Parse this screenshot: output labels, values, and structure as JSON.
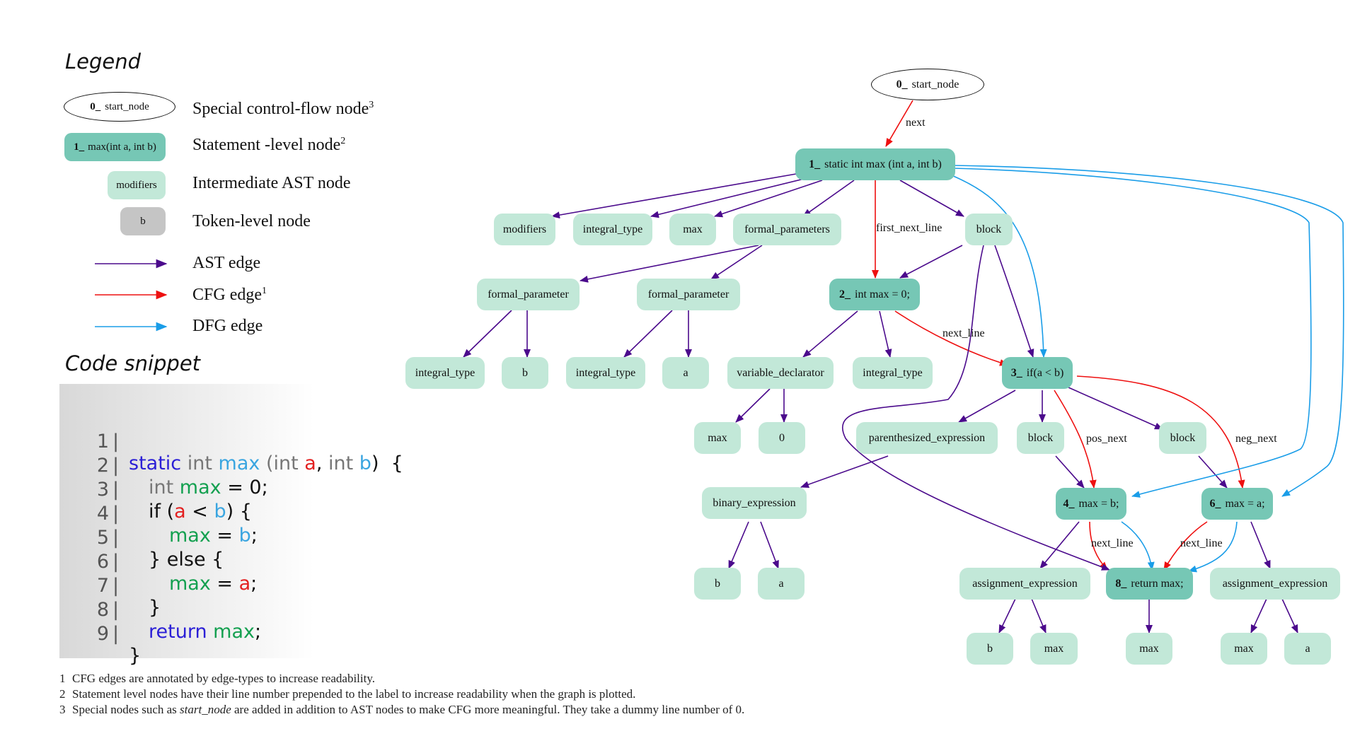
{
  "legend": {
    "title": "Legend",
    "items": [
      {
        "num": "0_",
        "text": "start_node",
        "label": "Special control-flow node",
        "sup": "3"
      },
      {
        "num": "1_",
        "text": "max(int a, int b)",
        "label": "Statement -level node",
        "sup": "2"
      },
      {
        "text": "modifiers",
        "label": "Intermediate AST node"
      },
      {
        "text": "b",
        "label": "Token-level node"
      },
      {
        "label": "AST edge",
        "color": "#4b0a8c"
      },
      {
        "label": "CFG edge",
        "sup": "1",
        "color": "#ee1010"
      },
      {
        "label": "DFG edge",
        "color": "#1a9de8"
      }
    ]
  },
  "code": {
    "title": "Code snippet",
    "lines": [
      {
        "num": "1",
        "bar": "|"
      },
      {
        "num": "2",
        "bar": "|"
      },
      {
        "num": "3",
        "bar": "|"
      },
      {
        "num": "4",
        "bar": "|"
      },
      {
        "num": "5",
        "bar": "|"
      },
      {
        "num": "6",
        "bar": "|"
      },
      {
        "num": "7",
        "bar": "|"
      },
      {
        "num": "8",
        "bar": "|"
      },
      {
        "num": "9",
        "bar": "|"
      }
    ],
    "tokens": {
      "l1": [
        "static",
        " int",
        " max",
        " (int",
        " a",
        ",",
        " int",
        " b",
        ")  {"
      ],
      "l2": [
        "int",
        " max",
        " = 0;"
      ],
      "l3": [
        "if (",
        "a",
        " < ",
        "b",
        ") {"
      ],
      "l4": [
        "max",
        " = ",
        "b",
        ";"
      ],
      "l5": [
        "} else {"
      ],
      "l6": [
        "max",
        " = ",
        "a",
        ";"
      ],
      "l7": [
        "}"
      ],
      "l8": [
        "return",
        " max",
        ";"
      ],
      "l9": [
        "}"
      ]
    }
  },
  "footnotes": [
    {
      "num": "1",
      "text": "CFG edges are annotated by edge-types to increase readability."
    },
    {
      "num": "2",
      "text": "Statement level nodes have their line number prepended to the label to increase readability when the graph is plotted."
    },
    {
      "num": "3",
      "pre": "Special nodes such as ",
      "em": "start_node",
      "post": " are added in addition to AST nodes to make CFG more meaningful. They take a dummy line number of 0."
    }
  ],
  "colors": {
    "ast": "#4b0a8c",
    "cfg": "#ee1010",
    "dfg": "#1a9de8",
    "statement": "#76c7b5",
    "intermediate": "#c2e8d8",
    "token": "#c5c5c5"
  },
  "graph": {
    "nodes": {
      "start": {
        "num": "0_",
        "label": "start_node"
      },
      "n1": {
        "num": "1_",
        "label": "static int max (int a, int b)"
      },
      "modifiers": {
        "label": "modifiers"
      },
      "it1": {
        "label": "integral_type"
      },
      "max1": {
        "label": "max"
      },
      "fparams": {
        "label": "formal_parameters"
      },
      "block1": {
        "label": "block"
      },
      "fp1": {
        "label": "formal_parameter"
      },
      "fp2": {
        "label": "formal_parameter"
      },
      "n2": {
        "num": "2_",
        "label": "int max = 0;"
      },
      "it2": {
        "label": "integral_type"
      },
      "b1": {
        "label": "b"
      },
      "it3": {
        "label": "integral_type"
      },
      "a1": {
        "label": "a"
      },
      "vdecl": {
        "label": "variable_declarator"
      },
      "it4": {
        "label": "integral_type"
      },
      "n3": {
        "num": "3_",
        "label": "if(a < b)"
      },
      "max2": {
        "label": "max"
      },
      "zero": {
        "label": "0"
      },
      "paren": {
        "label": "parenthesized_expression"
      },
      "block2": {
        "label": "block"
      },
      "block3": {
        "label": "block"
      },
      "binexp": {
        "label": "binary_expression"
      },
      "n4": {
        "num": "4_",
        "label": "max = b;"
      },
      "n6": {
        "num": "6_",
        "label": "max = a;"
      },
      "b2": {
        "label": "b"
      },
      "a2": {
        "label": "a"
      },
      "assign1": {
        "label": "assignment_expression"
      },
      "n8": {
        "num": "8_",
        "label": "return max;"
      },
      "assign2": {
        "label": "assignment_expression"
      },
      "b3": {
        "label": "b"
      },
      "max3": {
        "label": "max"
      },
      "max4": {
        "label": "max"
      },
      "max5": {
        "label": "max"
      },
      "a3": {
        "label": "a"
      }
    },
    "edge_labels": {
      "next": "next",
      "first_next_line": "first_next_line",
      "next_line_1": "next_line",
      "pos_next": "pos_next",
      "neg_next": "neg_next",
      "next_line_2": "next_line",
      "next_line_3": "next_line"
    }
  }
}
